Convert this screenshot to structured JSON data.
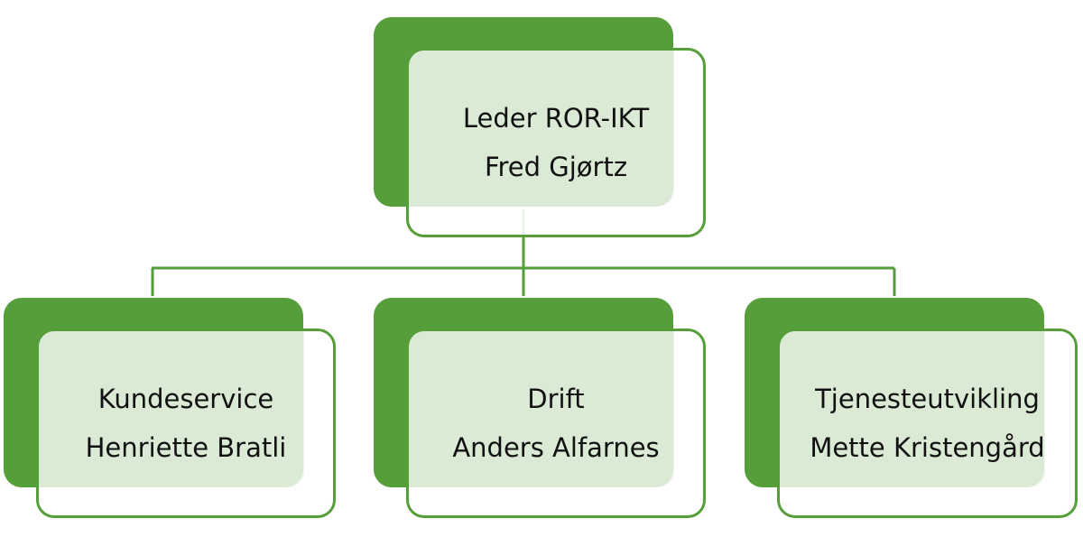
{
  "colors": {
    "accent": "#559e3a",
    "card_fill": "#eef5ea",
    "text": "#111111"
  },
  "org": {
    "root": {
      "title": "Leder ROR-IKT",
      "name": "Fred Gjørtz"
    },
    "children": [
      {
        "title": "Kundeservice",
        "name": "Henriette Bratli"
      },
      {
        "title": "Drift",
        "name": "Anders Alfarnes"
      },
      {
        "title": "Tjenesteutvikling",
        "name": "Mette Kristengård"
      }
    ]
  }
}
